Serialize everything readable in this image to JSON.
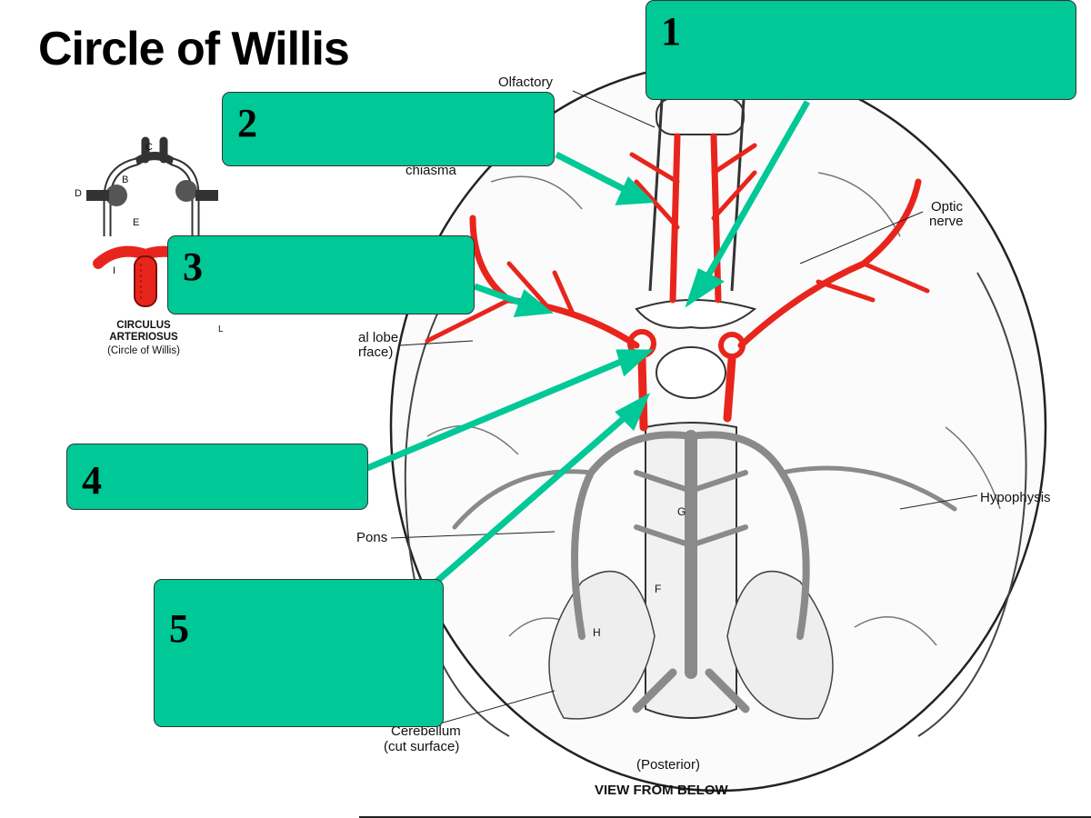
{
  "title": "Circle of Willis",
  "inset": {
    "caption_line1": "CIRCULUS",
    "caption_line2": "ARTERIOSUS",
    "caption_line3": "(Circle of Willis)",
    "letters": [
      "C",
      "B",
      "D",
      "E",
      "I",
      "L"
    ]
  },
  "labels": {
    "olfactory": "Olfactory",
    "chiasma": "chiasma",
    "optic_line1": "Optic",
    "optic_line2": "nerve",
    "temporal_line1": "al lobe",
    "temporal_line2": "rface)",
    "hypophysis": "Hypophysis",
    "pons": "Pons",
    "cerebellum_line1": "Cerebellum",
    "cerebellum_line2": "(cut surface)",
    "posterior": "(Posterior)",
    "view": "VIEW FROM BELOW",
    "letter_g": "G",
    "letter_f": "F",
    "letter_h": "H"
  },
  "boxes": [
    {
      "number": "1"
    },
    {
      "number": "2"
    },
    {
      "number": "3"
    },
    {
      "number": "4"
    },
    {
      "number": "5"
    }
  ],
  "colors": {
    "box_fill": "#00c896",
    "arrow": "#00c896",
    "artery_red": "#e8251c",
    "vessel_gray": "#8a8a8a"
  }
}
